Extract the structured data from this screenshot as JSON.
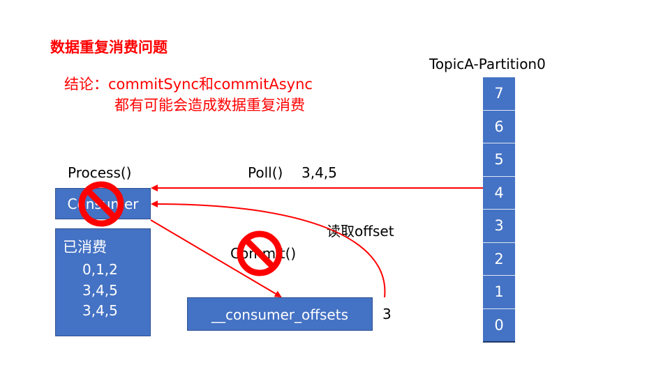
{
  "title": "数据重复消费问题",
  "conclusion": {
    "line1": "结论：commitSync和commitAsync",
    "line2": "都有可能会造成数据重复消费"
  },
  "process_label": "Process()",
  "consumer_label": "Consumer",
  "consumed": {
    "heading": "已消费",
    "rows": [
      "0,1,2",
      "3,4,5",
      "3,4,5"
    ]
  },
  "poll": {
    "label": "Poll()",
    "values": "3,4,5"
  },
  "commit_label": "Commit()",
  "read_offset_label": "读取offset",
  "offsets_topic": {
    "label": "__consumer_offsets",
    "value": "3"
  },
  "partition": {
    "label": "TopicA-Partition0",
    "cells": [
      "7",
      "6",
      "5",
      "4",
      "3",
      "2",
      "1",
      "0"
    ]
  },
  "colors": {
    "accent_red": "#ff0000",
    "box_blue": "#4472c4",
    "prohibit_red": "#ff0000"
  },
  "icons": [
    "prohibited-icon",
    "prohibited-icon"
  ]
}
